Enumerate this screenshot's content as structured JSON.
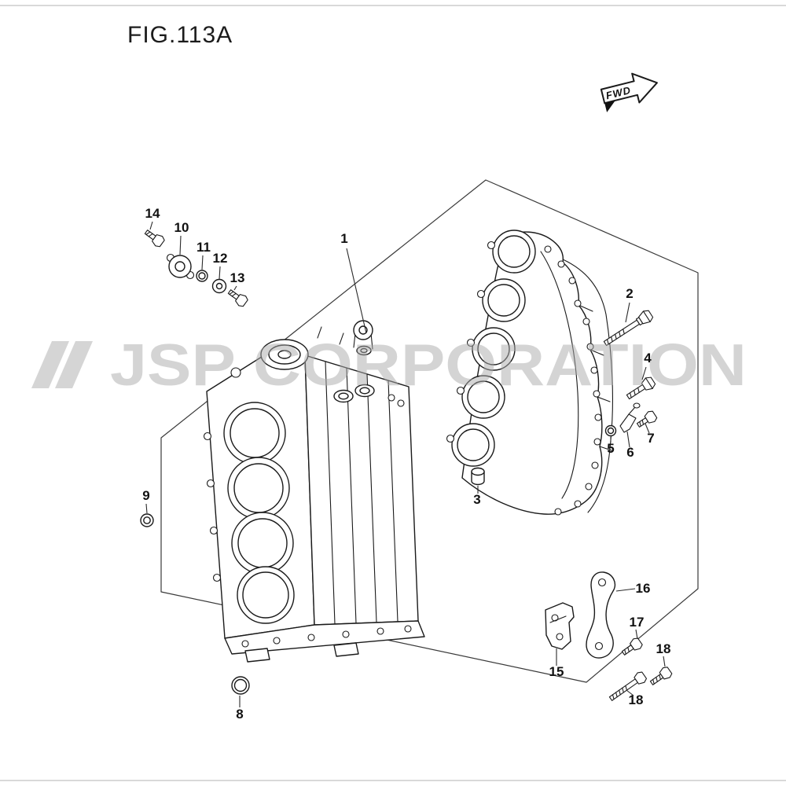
{
  "page": {
    "title": "FIG.113A",
    "fwd_label": "FWD",
    "watermark": "JSP CORPORATION"
  },
  "colors": {
    "line": "#1a1a1a",
    "watermark": "#ababab",
    "page_edge": "#d9d9d9"
  },
  "callouts": [
    {
      "id": "1",
      "label": "1"
    },
    {
      "id": "2",
      "label": "2"
    },
    {
      "id": "3",
      "label": "3"
    },
    {
      "id": "4",
      "label": "4"
    },
    {
      "id": "5",
      "label": "5"
    },
    {
      "id": "6",
      "label": "6"
    },
    {
      "id": "7",
      "label": "7"
    },
    {
      "id": "8",
      "label": "8"
    },
    {
      "id": "9",
      "label": "9"
    },
    {
      "id": "10",
      "label": "10"
    },
    {
      "id": "11",
      "label": "11"
    },
    {
      "id": "12",
      "label": "12"
    },
    {
      "id": "13",
      "label": "13"
    },
    {
      "id": "14",
      "label": "14"
    },
    {
      "id": "15",
      "label": "15"
    },
    {
      "id": "16",
      "label": "16"
    },
    {
      "id": "17",
      "label": "17"
    },
    {
      "id": "18a",
      "label": "18"
    },
    {
      "id": "18b",
      "label": "18"
    }
  ]
}
